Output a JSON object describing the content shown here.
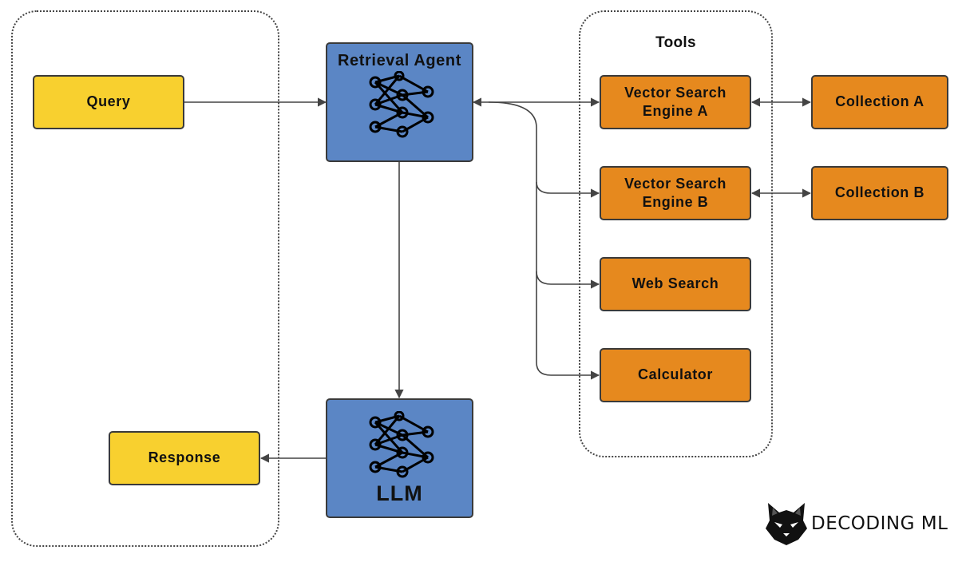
{
  "tools_group": {
    "title": "Tools"
  },
  "nodes": {
    "query": "Query",
    "retrieval_agent": "Retrieval Agent",
    "llm": "LLM",
    "response": "Response",
    "vector_search_a_line1": "Vector Search",
    "vector_search_a_line2": "Engine A",
    "vector_search_b_line1": "Vector Search",
    "vector_search_b_line2": "Engine B",
    "web_search": "Web Search",
    "calculator": "Calculator",
    "collection_a": "Collection A",
    "collection_b": "Collection B"
  },
  "logo": {
    "text": "DECODING ML",
    "icon": "cat-head-icon"
  },
  "colors": {
    "query_response": "#f8d02f",
    "tools": "#e6891e",
    "models": "#5b86c5",
    "connector": "#444444"
  }
}
